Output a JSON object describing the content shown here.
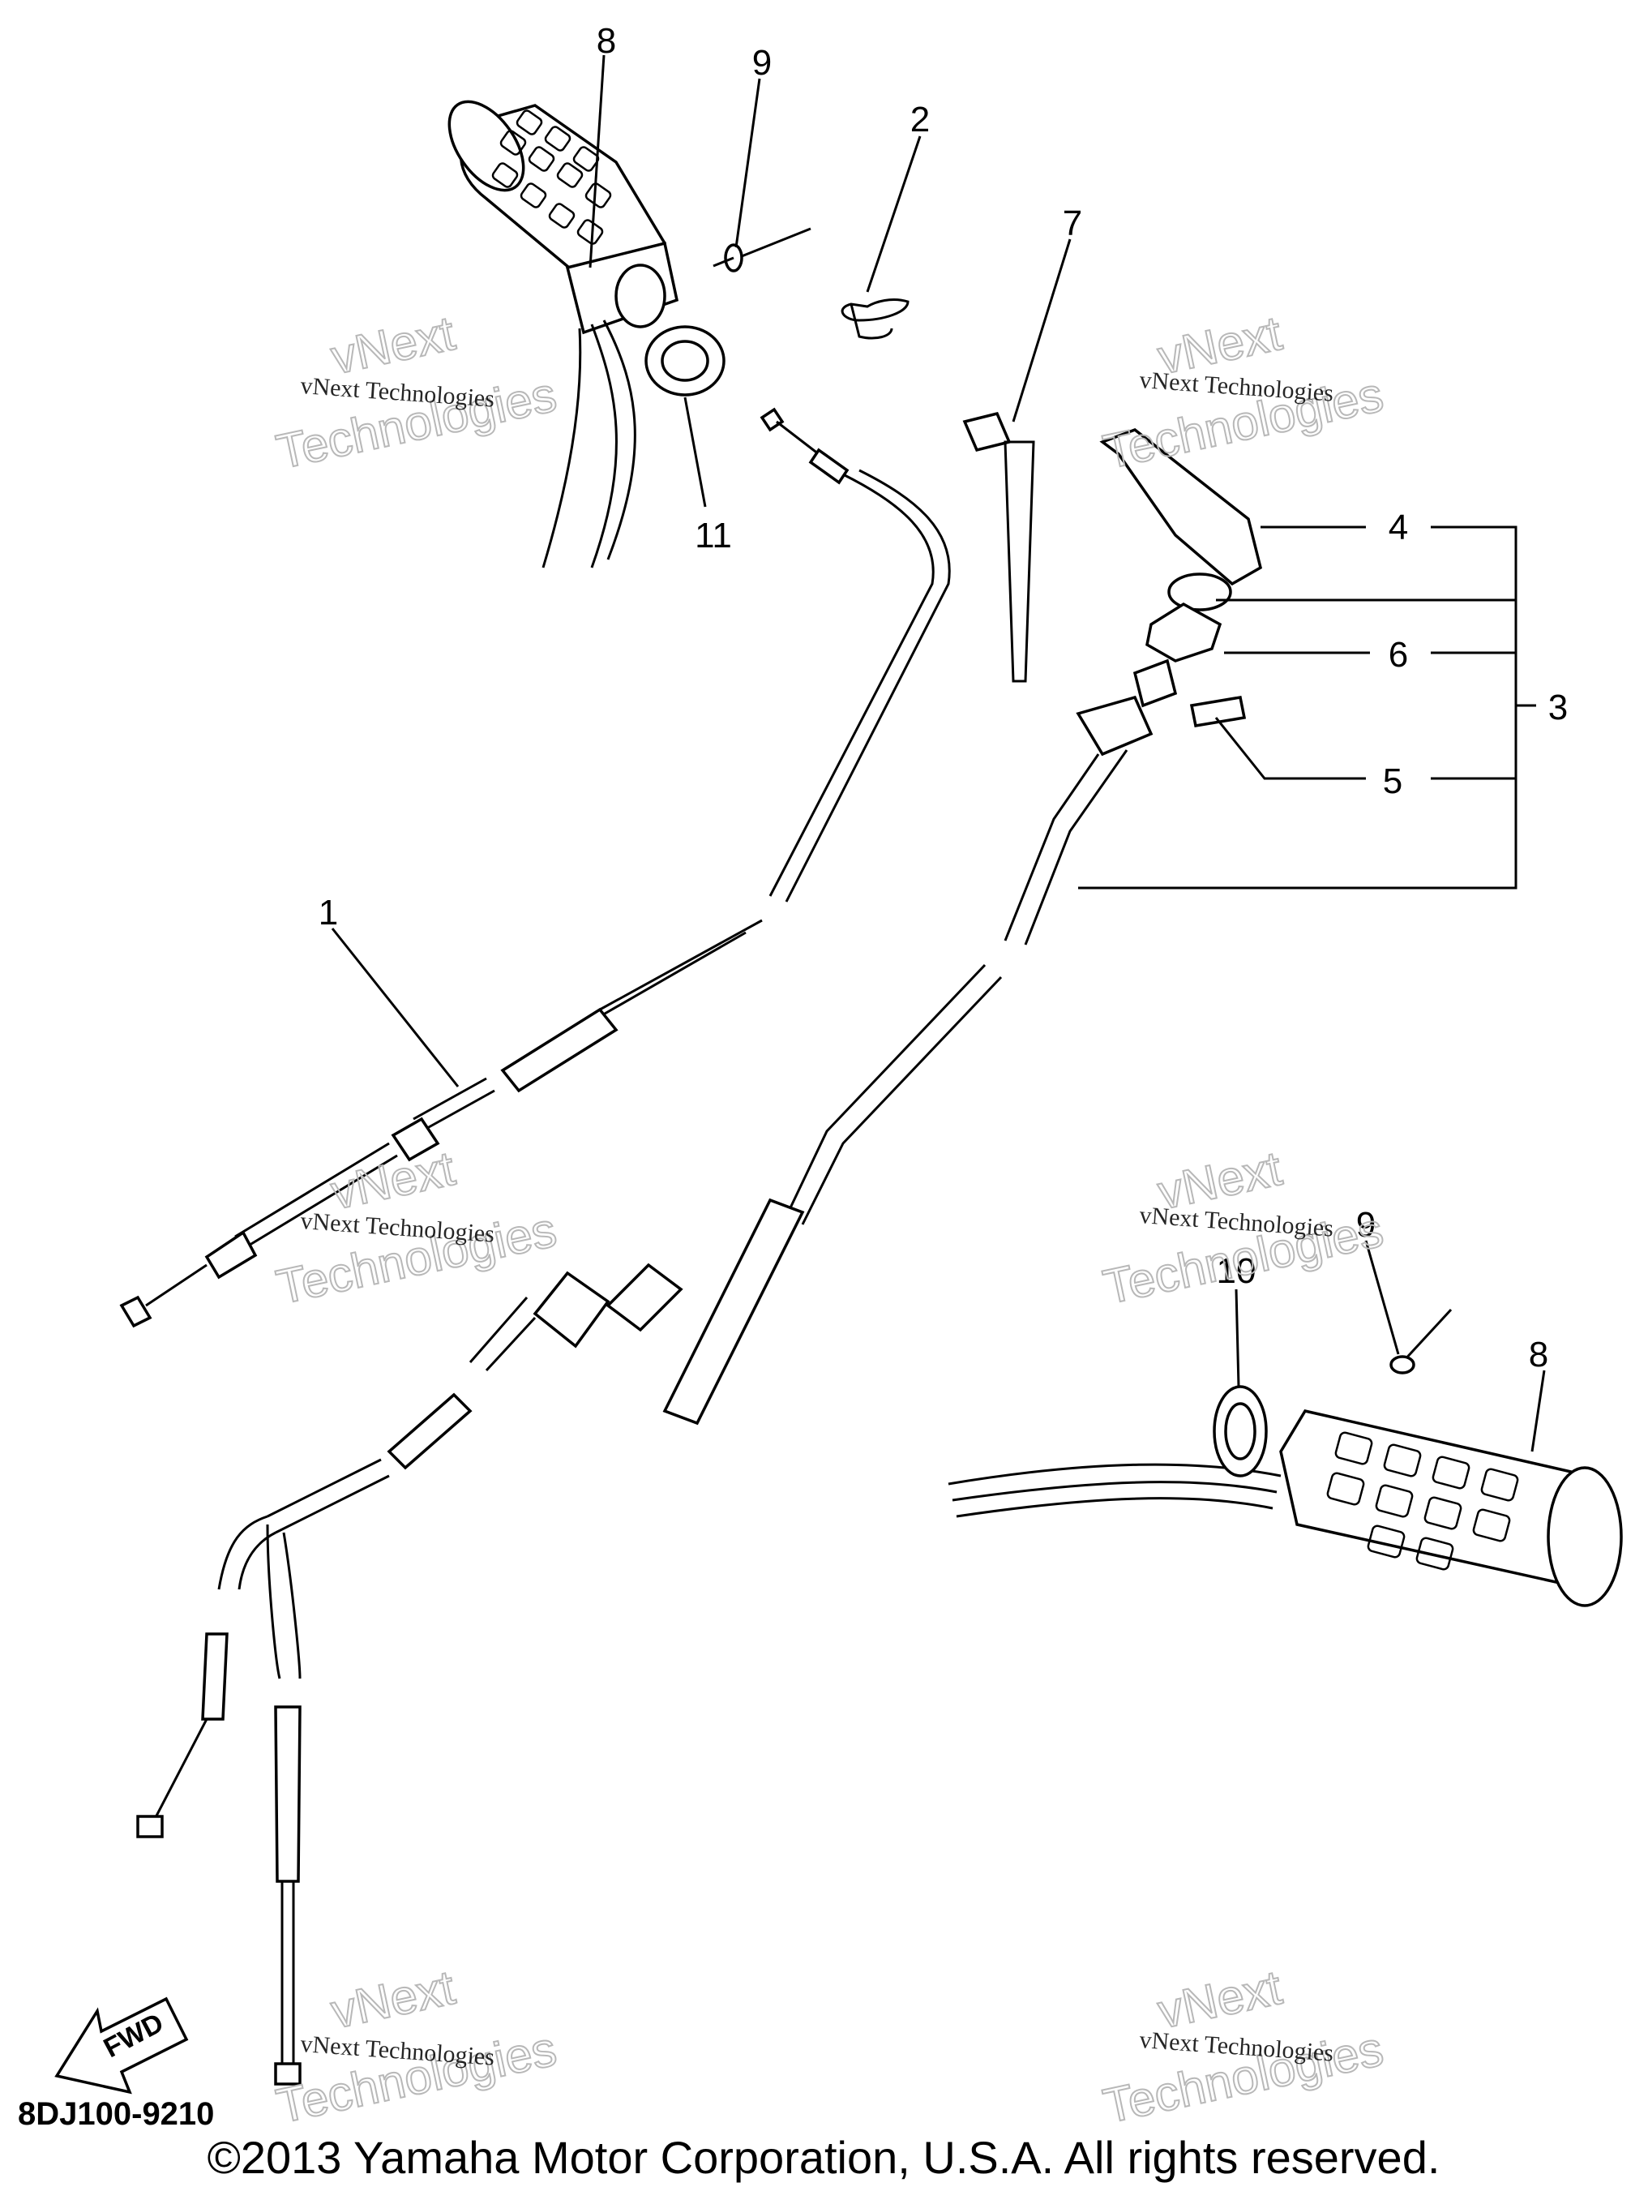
{
  "callouts": {
    "c1": "1",
    "c2": "2",
    "c3": "3",
    "c4": "4",
    "c5": "5",
    "c6": "6",
    "c7": "7",
    "c8_top": "8",
    "c8_bottom": "8",
    "c9_top": "9",
    "c9_bottom": "9",
    "c10": "10",
    "c11": "11"
  },
  "watermark": {
    "line1": "vNext Technologies",
    "big1": "vNext",
    "big2": "Technologies"
  },
  "fwd_label": "FWD",
  "diagram_code": "8DJ100-9210",
  "copyright": "©2013 Yamaha Motor Corporation, U.S.A. All rights reserved."
}
